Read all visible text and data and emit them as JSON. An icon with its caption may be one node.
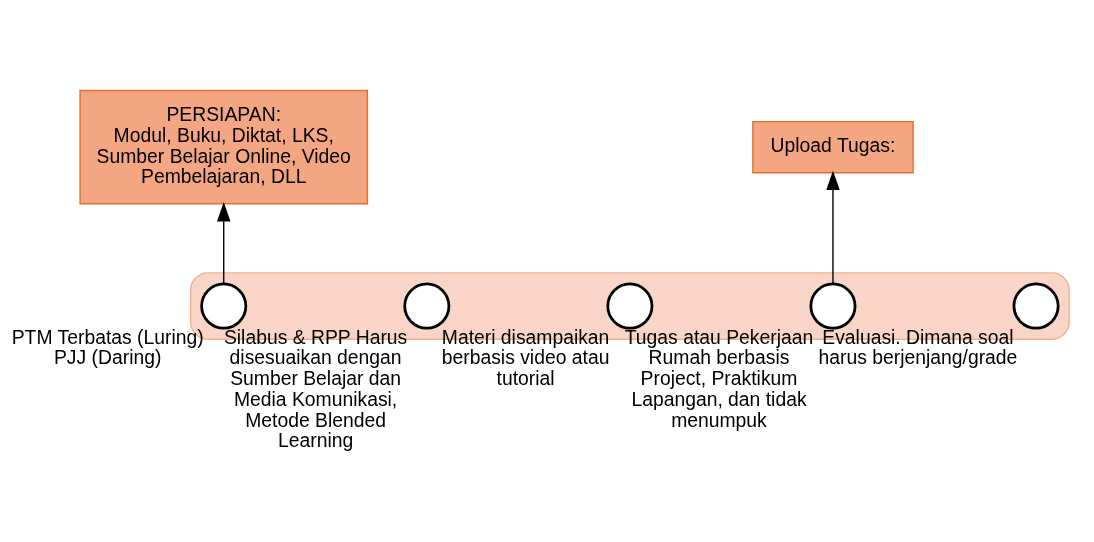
{
  "diagram": {
    "nodes": [
      {
        "text": [],
        "shape": "arrow"
      },
      {
        "text": [
          "PERSIAPAN:",
          "Modul, Buku, Diktat, LKS, Sumber Belajar Online, Video Pembelajaran, DLL"
        ]
      },
      {
        "text": [
          "Upload Tugas:"
        ]
      },
      {
        "text": [],
        "shape": "circle",
        "in": 0,
        "beside": [
          "PTM Terbatas (Luring)",
          "PJJ (Daring)"
        ]
      },
      {
        "text": [],
        "shape": "circle",
        "in": 0,
        "beside": [
          "Silabus & RPP Harus disesuaikan dengan Sumber Belajar dan Media Komunikasi, Metode Blended Learning"
        ]
      },
      {
        "text": [],
        "shape": "circle",
        "in": 0,
        "beside": [
          "Materi disampaikan berbasis video atau tutorial"
        ]
      },
      {
        "text": [],
        "shape": "circle",
        "in": 0,
        "beside": [
          "Tugas atau Pekerjaan Rumah berbasis Project, Praktikum Lapangan, dan tidak menumpuk"
        ]
      },
      {
        "text": [],
        "shape": "circle",
        "in": 0,
        "beside": [
          "Evaluasi. Dimana soal harus berjenjang/grade"
        ]
      }
    ],
    "edges": [
      {
        "from": 3,
        "to": 1,
        "arrow": "to"
      },
      {
        "from": 6,
        "to": 2,
        "arrow": "to"
      }
    ]
  }
}
